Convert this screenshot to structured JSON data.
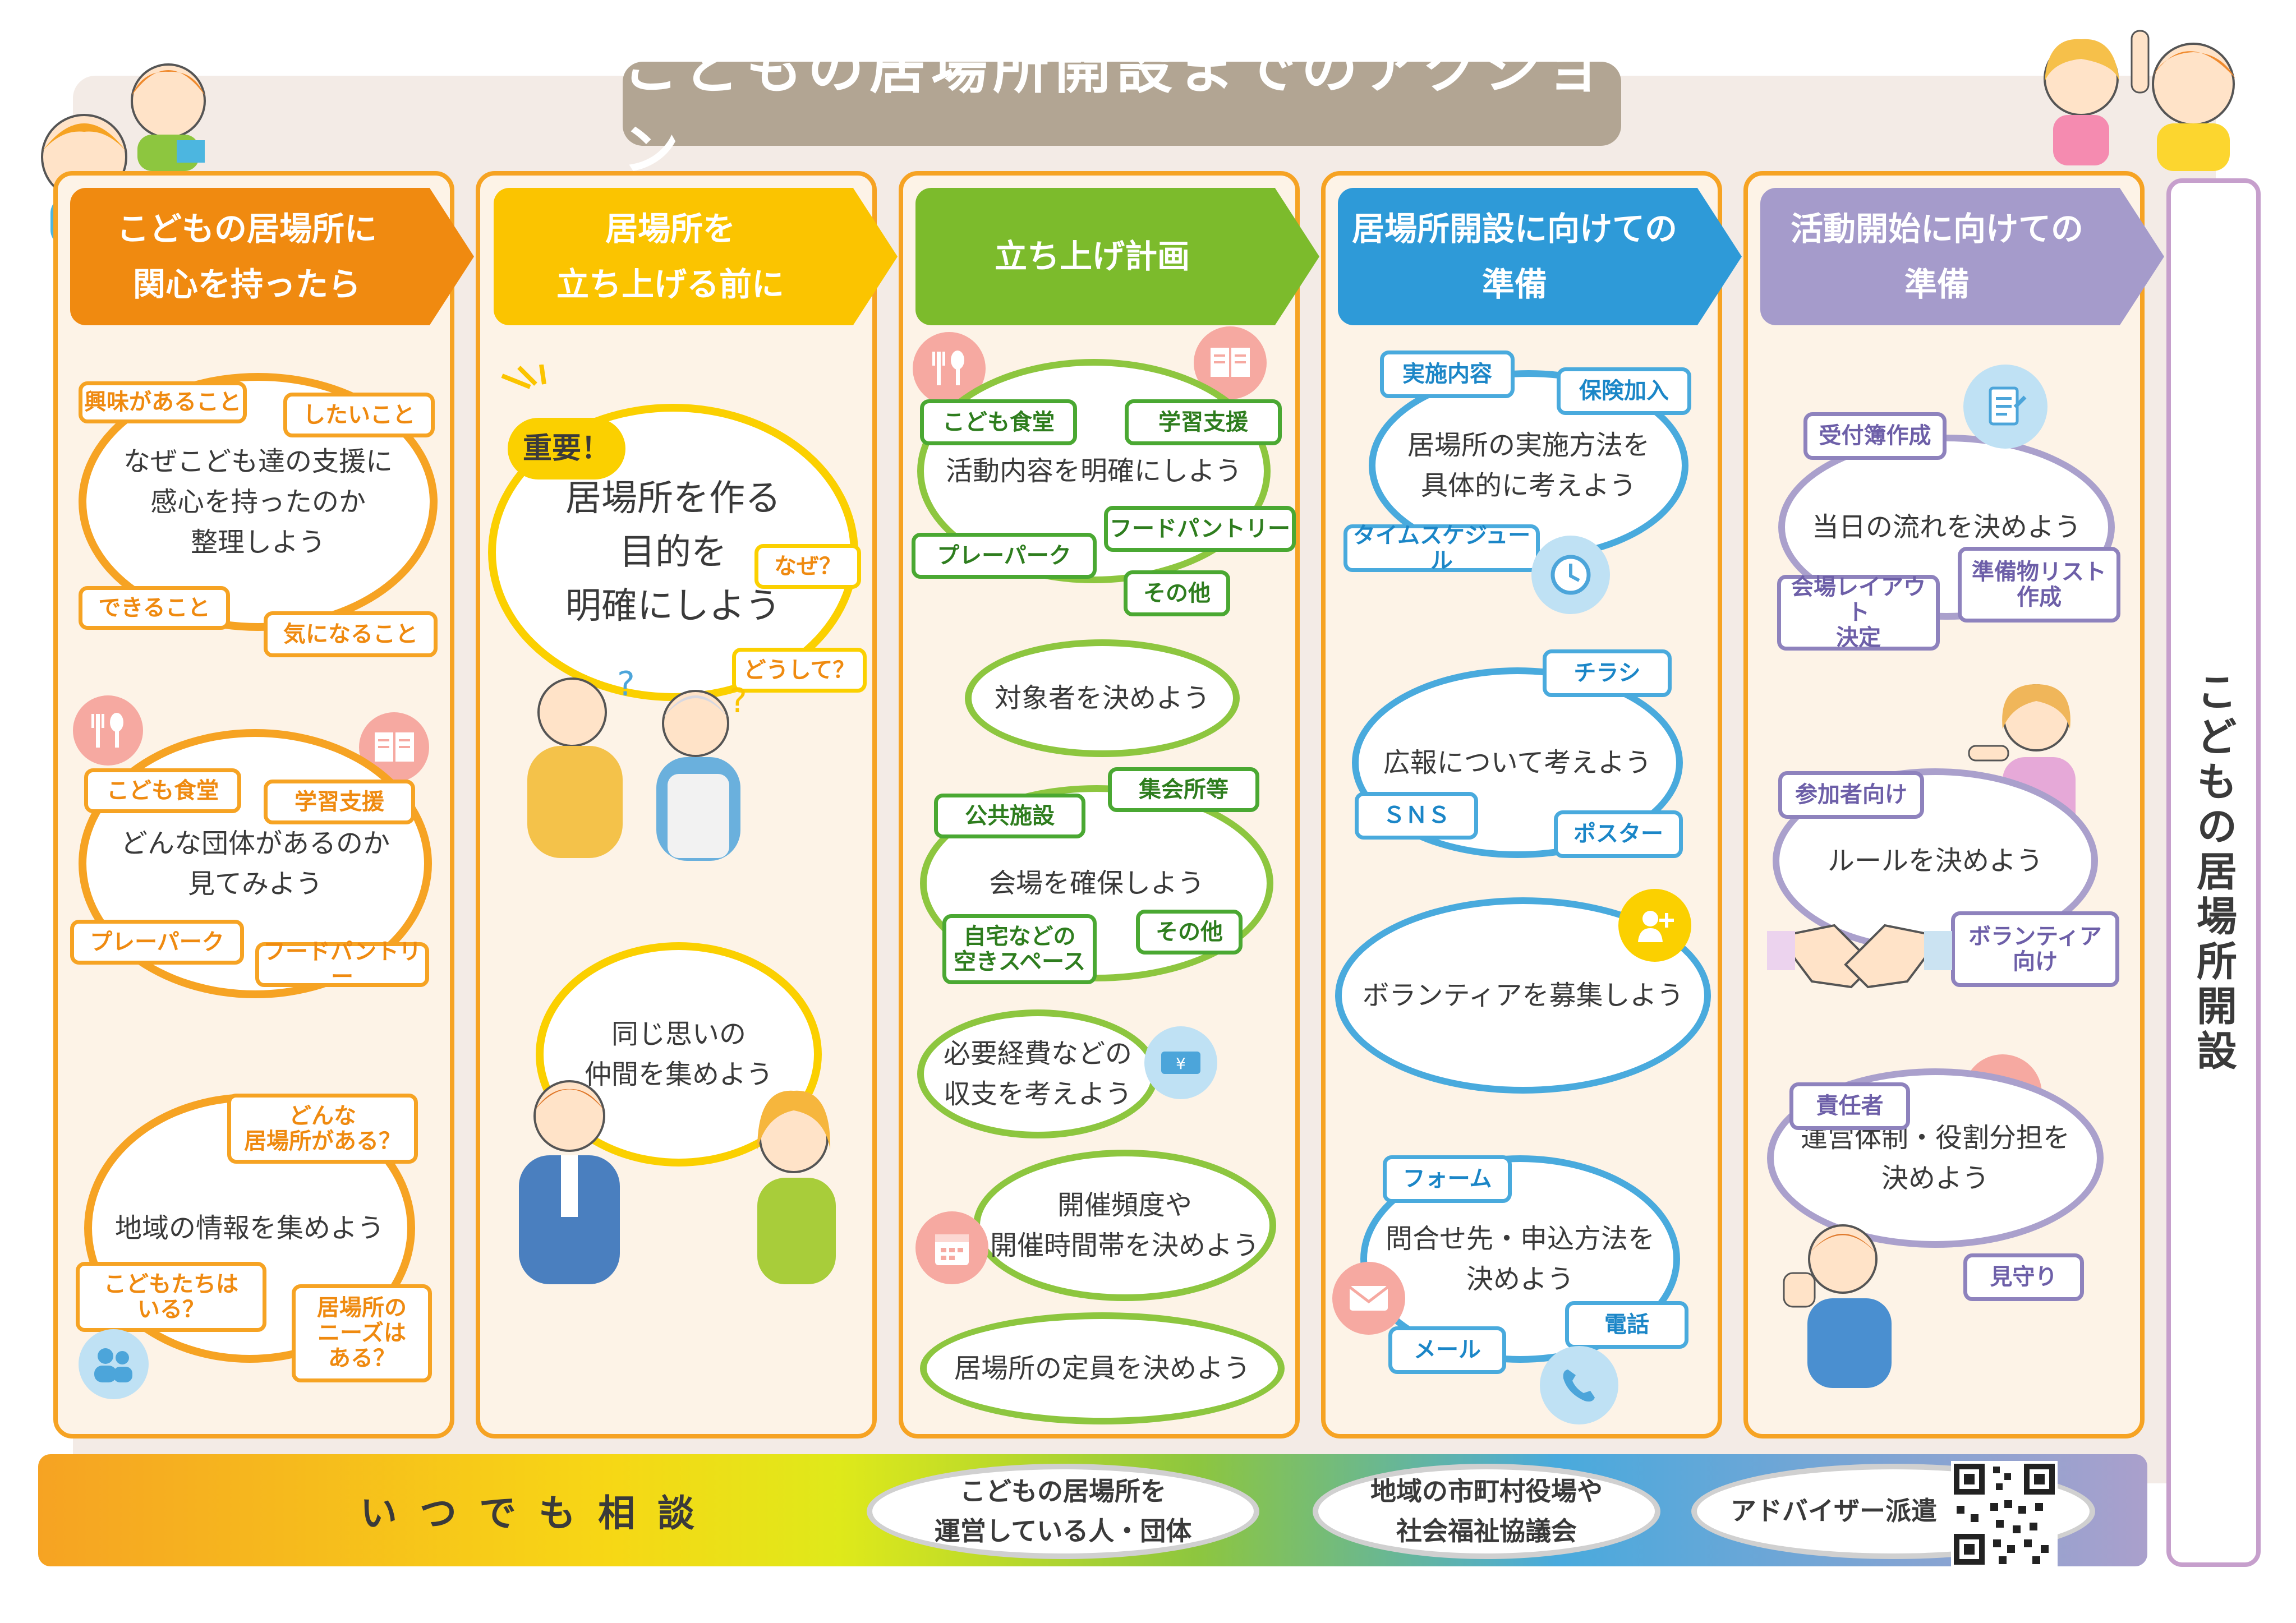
{
  "title": "こどもの居場所開設までのアクション",
  "colors": {
    "orange": "#f6a323",
    "yellow": "#fbd000",
    "green": "#8dc63f",
    "blue": "#49aadd",
    "purple": "#aaa0cc"
  },
  "columns": [
    {
      "header": "こどもの居場所に\n関心を持ったら",
      "items": [
        {
          "text": "なぜこども達の支援に\n感心を持ったのか\n整理しよう",
          "tags": [
            "興味があること",
            "したいこと",
            "できること",
            "気になること"
          ]
        },
        {
          "text": "どんな団体があるのか\n見てみよう",
          "tags": [
            "こども食堂",
            "学習支援",
            "プレーパーク",
            "フードパントリー"
          ]
        },
        {
          "text": "地域の情報を集めよう",
          "tags": [
            "どんな\n居場所がある？",
            "こどもたちは\nいる？",
            "居場所の\nニーズは\nある？"
          ]
        }
      ]
    },
    {
      "header": "居場所を\n立ち上げる前に",
      "important": "重要！",
      "items": [
        {
          "text": "居場所を作る\n目的を\n明確にしよう",
          "tags": [
            "なぜ？",
            "どうして？"
          ]
        },
        {
          "text": "同じ思いの\n仲間を集めよう",
          "tags": []
        }
      ]
    },
    {
      "header": "立ち上げ計画",
      "items": [
        {
          "text": "活動内容を明確にしよう",
          "tags": [
            "こども食堂",
            "学習支援",
            "フードパントリー",
            "プレーパーク",
            "その他"
          ]
        },
        {
          "text": "対象者を決めよう",
          "tags": []
        },
        {
          "text": "会場を確保しよう",
          "tags": [
            "公共施設",
            "集会所等",
            "自宅などの\n空きスペース",
            "その他"
          ]
        },
        {
          "text": "必要経費などの\n収支を考えよう",
          "tags": []
        },
        {
          "text": "開催頻度や\n開催時間帯を決めよう",
          "tags": []
        },
        {
          "text": "居場所の定員を決めよう",
          "tags": []
        }
      ]
    },
    {
      "header": "居場所開設に向けての\n準備",
      "items": [
        {
          "text": "居場所の実施方法を\n具体的に考えよう",
          "tags": [
            "実施内容",
            "保険加入",
            "タイムスケジュール"
          ]
        },
        {
          "text": "広報について考えよう",
          "tags": [
            "チラシ",
            "ＳＮＳ",
            "ポスター"
          ]
        },
        {
          "text": "ボランティアを募集しよう",
          "tags": []
        },
        {
          "text": "問合せ先・申込方法を\n決めよう",
          "tags": [
            "フォーム",
            "メール",
            "電話"
          ]
        }
      ]
    },
    {
      "header": "活動開始に向けての\n準備",
      "items": [
        {
          "text": "当日の流れを決めよう",
          "tags": [
            "受付簿作成",
            "会場レイアウト\n決定",
            "準備物リスト\n作成"
          ]
        },
        {
          "text": "ルールを決めよう",
          "tags": [
            "参加者向け",
            "ボランティア\n向け"
          ]
        },
        {
          "text": "運営体制・役割分担を\n決めよう",
          "tags": [
            "責任者",
            "見守り"
          ]
        }
      ]
    }
  ],
  "final_box": "こどもの居場所開設",
  "bottom": {
    "label": "いつでも相談",
    "pills": [
      "こどもの居場所を\n運営している人・団体",
      "地域の市町村役場や\n社会福祉協議会",
      "アドバイザー派遣"
    ]
  },
  "icons": [
    "fork-knife-icon",
    "book-icon",
    "people-icon",
    "clock-icon",
    "add-person-icon",
    "mail-icon",
    "phone-icon",
    "money-icon",
    "calendar-icon",
    "memo-icon",
    "person-icon",
    "qr-code-icon"
  ]
}
